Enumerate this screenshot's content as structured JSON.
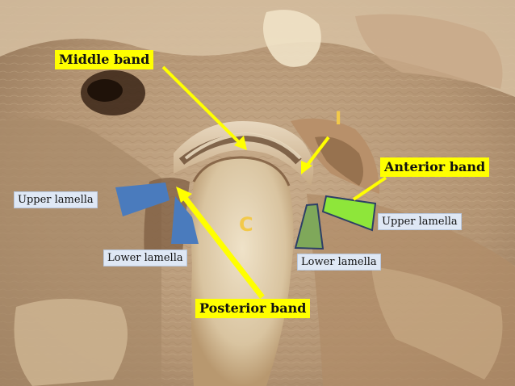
{
  "labels": {
    "middle_band": "Middle band",
    "anterior_band": "Anterior band",
    "posterior_band": "Posterior band",
    "upper_lamella_left": "Upper lamella",
    "lower_lamella_left": "Lower lamella",
    "upper_lamella_right": "Upper lamella",
    "lower_lamella_right": "Lower lamella",
    "condyle_letter": "C",
    "arrow_letter": "I"
  },
  "colors": {
    "label_yellow": "#ffff00",
    "label_blue_bg": "#dfe8f5",
    "arrow_yellow": "#ffff00",
    "upper_lamella_left_fill": "#4a7bbd",
    "lower_lamella_left_fill": "#4a7bbd",
    "upper_lamella_right_fill": "#8ee63a",
    "lower_lamella_right_fill": "#7fa85a"
  }
}
